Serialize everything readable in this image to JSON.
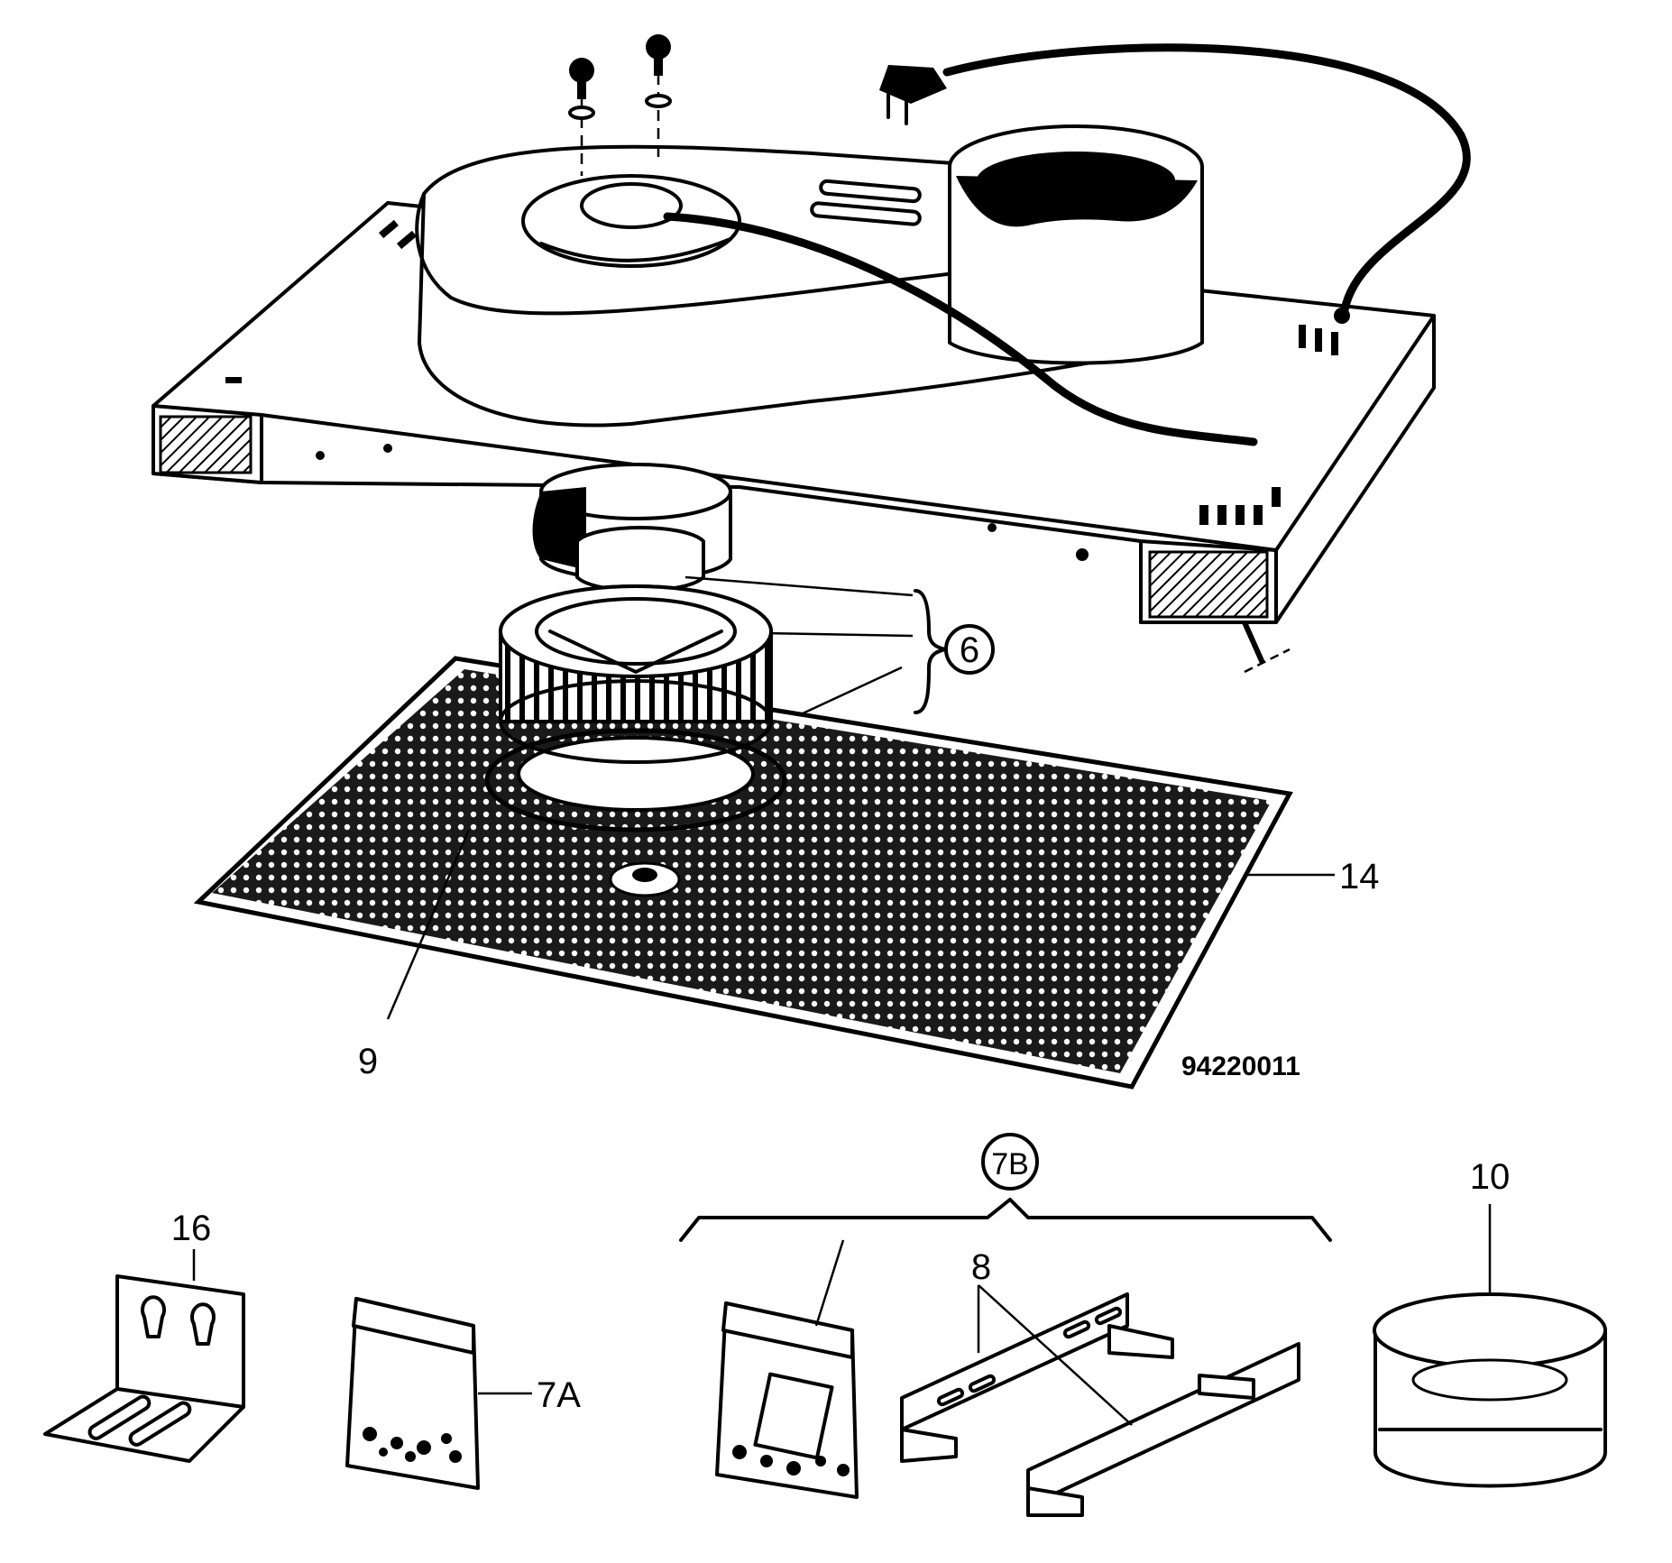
{
  "diagram": {
    "drawing_number": "94220011",
    "callouts": {
      "c6": "6",
      "c9": "9",
      "c14": "14",
      "c16": "16",
      "c7a": "7A",
      "c7b": "7B",
      "c8": "8",
      "c10": "10"
    }
  }
}
